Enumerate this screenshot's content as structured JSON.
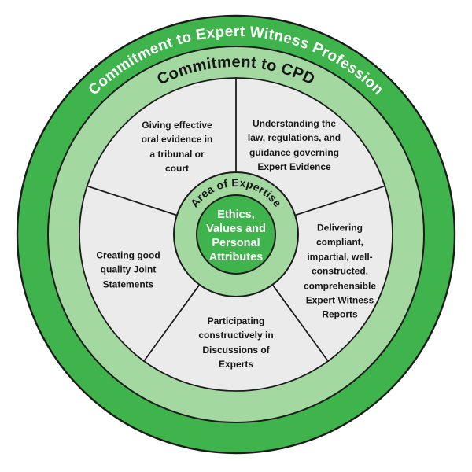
{
  "diagram": {
    "outer_ring_label": "Commitment to Expert Witness Profession",
    "middle_ring_label": "Commitment to CPD",
    "hub_ring_label": "Area of Expertise",
    "center_label": "Ethics,\nValues and\nPersonal\nAttributes",
    "segments": [
      {
        "id": "giving-oral-evidence",
        "label": "Giving effective\noral evidence in\na tribunal or\ncourt"
      },
      {
        "id": "understanding-law",
        "label": "Understanding the\nlaw, regulations, and\nguidance governing\nExpert Evidence"
      },
      {
        "id": "delivering-reports",
        "label": "Delivering\ncompliant,\nimpartial, well-\nconstructed,\ncomprehensible\nExpert Witness\nReports"
      },
      {
        "id": "participating-discussions",
        "label": "Participating\nconstructively in\nDiscussions of\nExperts"
      },
      {
        "id": "creating-joint-statements",
        "label": "Creating good\nquality Joint\nStatements"
      }
    ],
    "colors": {
      "dark_green": "#3fb34c",
      "light_green": "#a3d8a0",
      "gray": "#ebebeb",
      "outline": "#1c1c1c",
      "white_text": "#ffffff",
      "black_text": "#161616"
    }
  }
}
